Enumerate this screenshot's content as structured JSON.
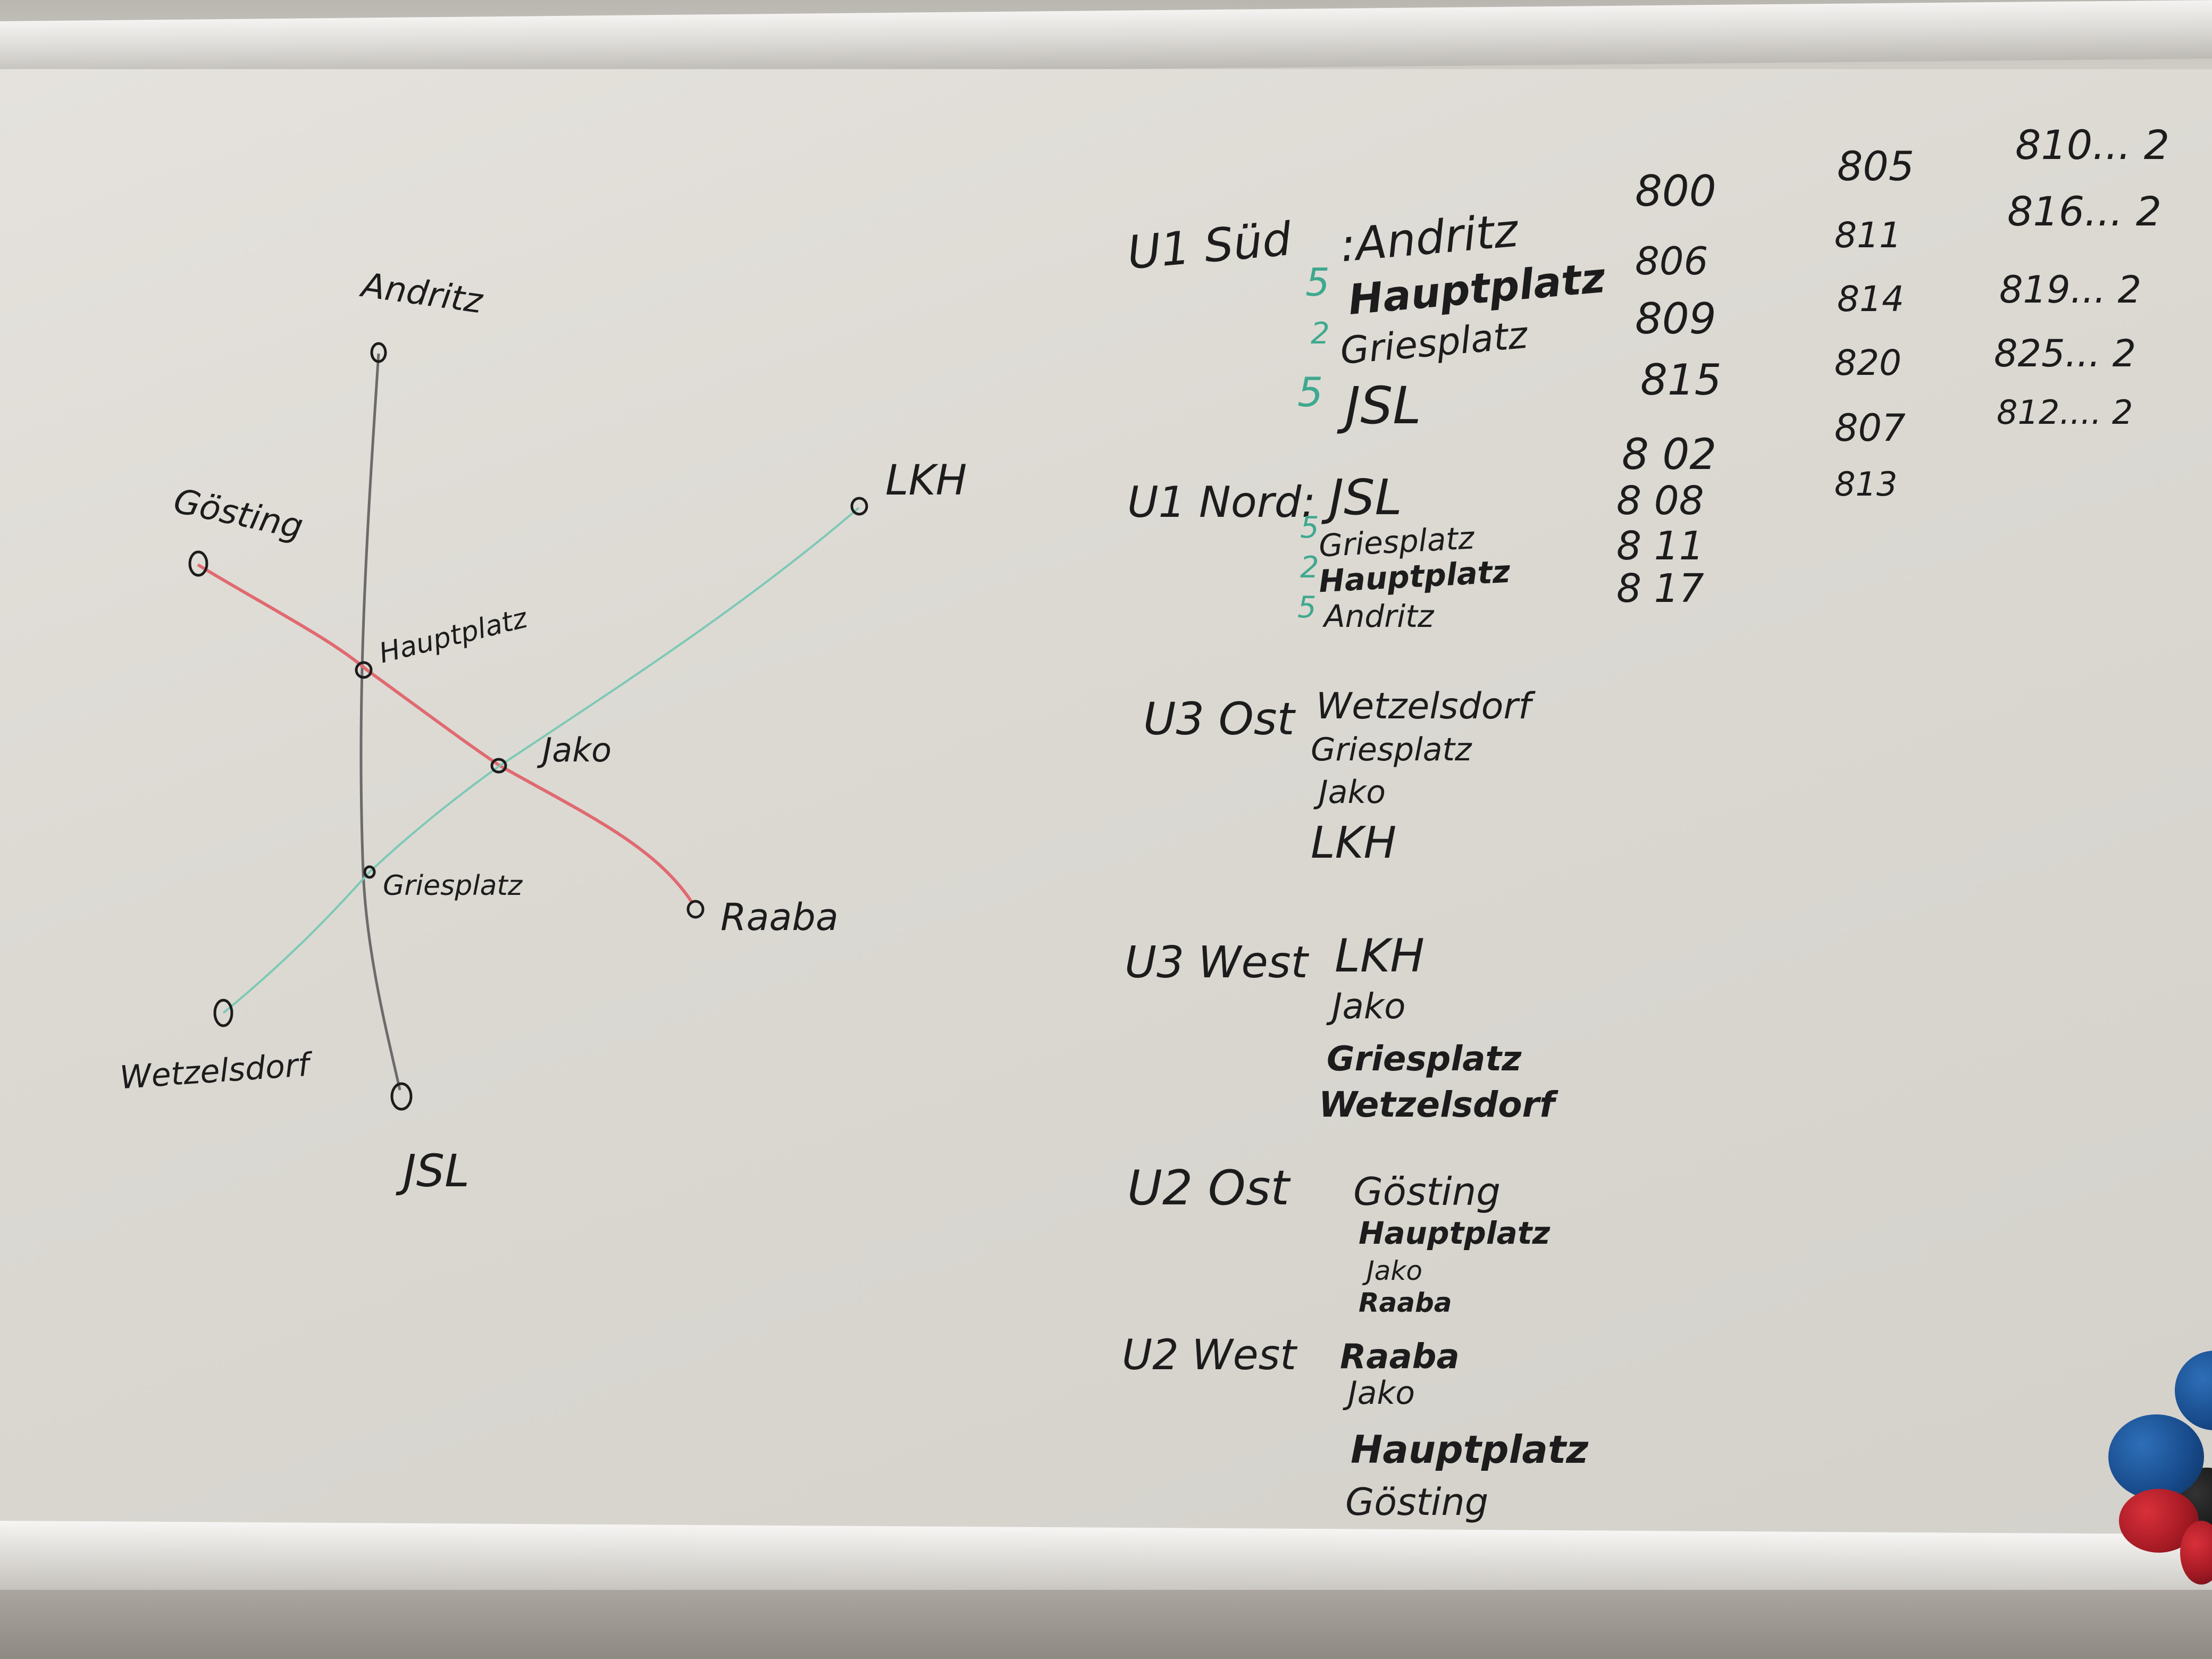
{
  "map": {
    "stations": {
      "andritz": "Andritz",
      "goesting": "Gösting",
      "lkh": "LKH",
      "hauptplatz": "Hauptplatz",
      "jako": "Jako",
      "griesplatz": "Griesplatz",
      "raaba": "Raaba",
      "wetzelsdorf": "Wetzelsdorf",
      "jsl": "JSL"
    },
    "colors": {
      "u1": "#6b6b6b",
      "u2": "#e06a70",
      "u3": "#7cc9b5"
    }
  },
  "schedule": {
    "u1_sued": {
      "label": "U1 Süd",
      "stops": [
        ":Andritz",
        "Hauptplatz",
        "Griesplatz",
        "JSL"
      ],
      "travel": [
        "5",
        "2",
        "5"
      ],
      "times": {
        "col1": [
          "800",
          "806",
          "809",
          "815"
        ],
        "col2": [
          "805",
          "811",
          "814",
          "820",
          "807",
          "813"
        ],
        "col3": [
          "810... 2",
          "816... 2",
          "819... 2",
          "825... 2",
          "812.... 2"
        ]
      }
    },
    "u1_nord": {
      "label": "U1 Nord:",
      "stops": [
        "JSL",
        "Griesplatz",
        "Hauptplatz",
        "Andritz"
      ],
      "travel": [
        "5",
        "2",
        "5"
      ],
      "times": [
        "8 02",
        "8 08",
        "8 11",
        "8 17"
      ]
    },
    "u3_ost": {
      "label": "U3 Ost",
      "stops": [
        "Wetzelsdorf",
        "Griesplatz",
        "Jako",
        "LKH"
      ]
    },
    "u3_west": {
      "label": "U3 West",
      "stops": [
        "LKH",
        "Jako",
        "Griesplatz",
        "Wetzelsdorf"
      ]
    },
    "u2_ost": {
      "label": "U2 Ost",
      "stops": [
        "Gösting",
        "Hauptplatz",
        "Jako",
        "Raaba"
      ]
    },
    "u2_west": {
      "label": "U2 West",
      "stops": [
        "Raaba",
        "Jako",
        "Hauptplatz",
        "Gösting"
      ]
    }
  }
}
